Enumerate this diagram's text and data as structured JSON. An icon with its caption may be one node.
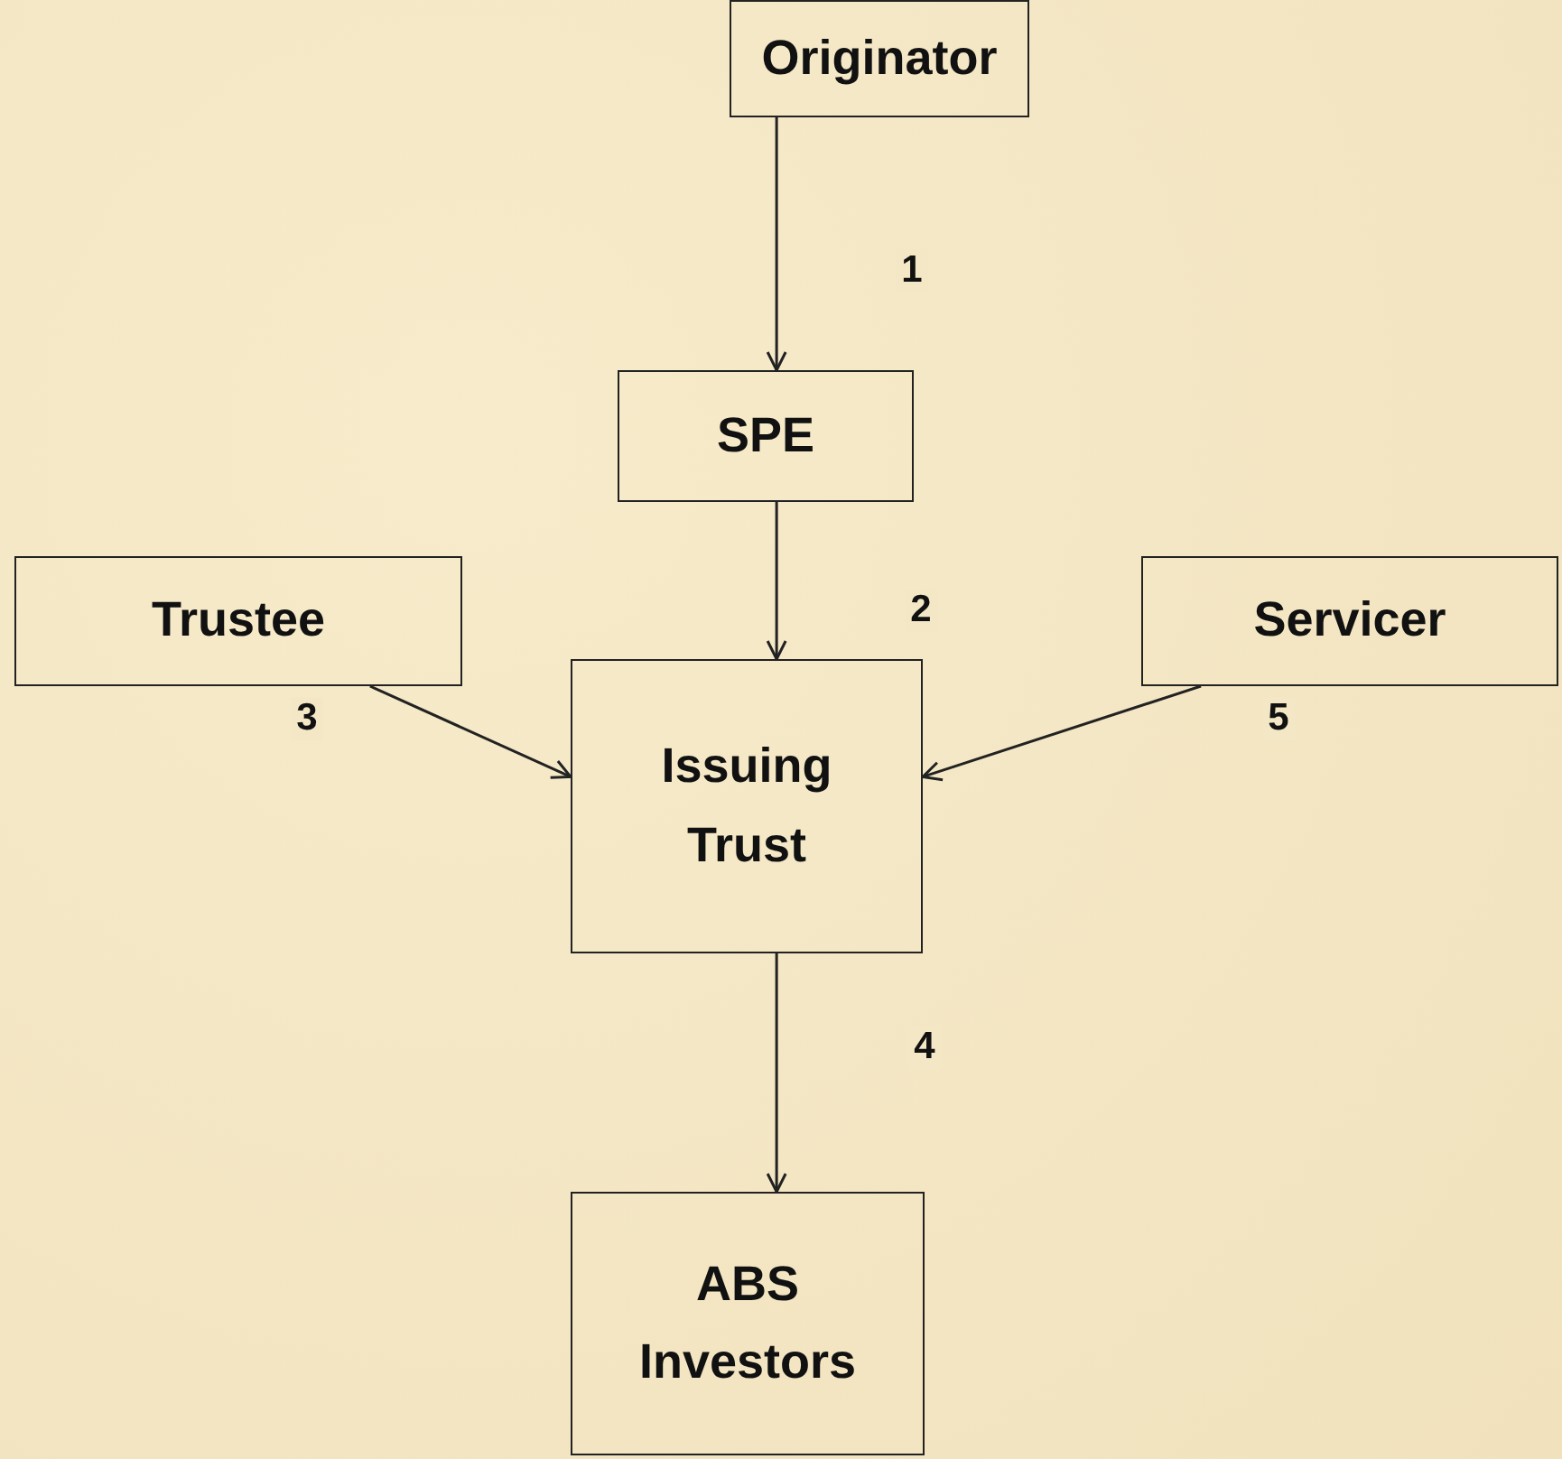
{
  "diagram": {
    "nodes": [
      {
        "text": [
          "Originator"
        ]
      },
      {
        "text": [
          "SPE"
        ]
      },
      {
        "text": [
          "Trustee"
        ]
      },
      {
        "text": [
          "Servicer"
        ]
      },
      {
        "text": [
          "Issuing Trust"
        ]
      },
      {
        "text": [
          "ABS Investors"
        ]
      }
    ],
    "edges": [
      {
        "from": 0,
        "to": 1,
        "arrow": "to",
        "label": "1"
      },
      {
        "from": 1,
        "to": 4,
        "arrow": "to",
        "label": "2"
      },
      {
        "from": 2,
        "to": 4,
        "arrow": "to",
        "label": "3"
      },
      {
        "from": 4,
        "to": 5,
        "arrow": "to",
        "label": "4"
      },
      {
        "from": 3,
        "to": 4,
        "arrow": "to",
        "label": "5"
      }
    ]
  }
}
